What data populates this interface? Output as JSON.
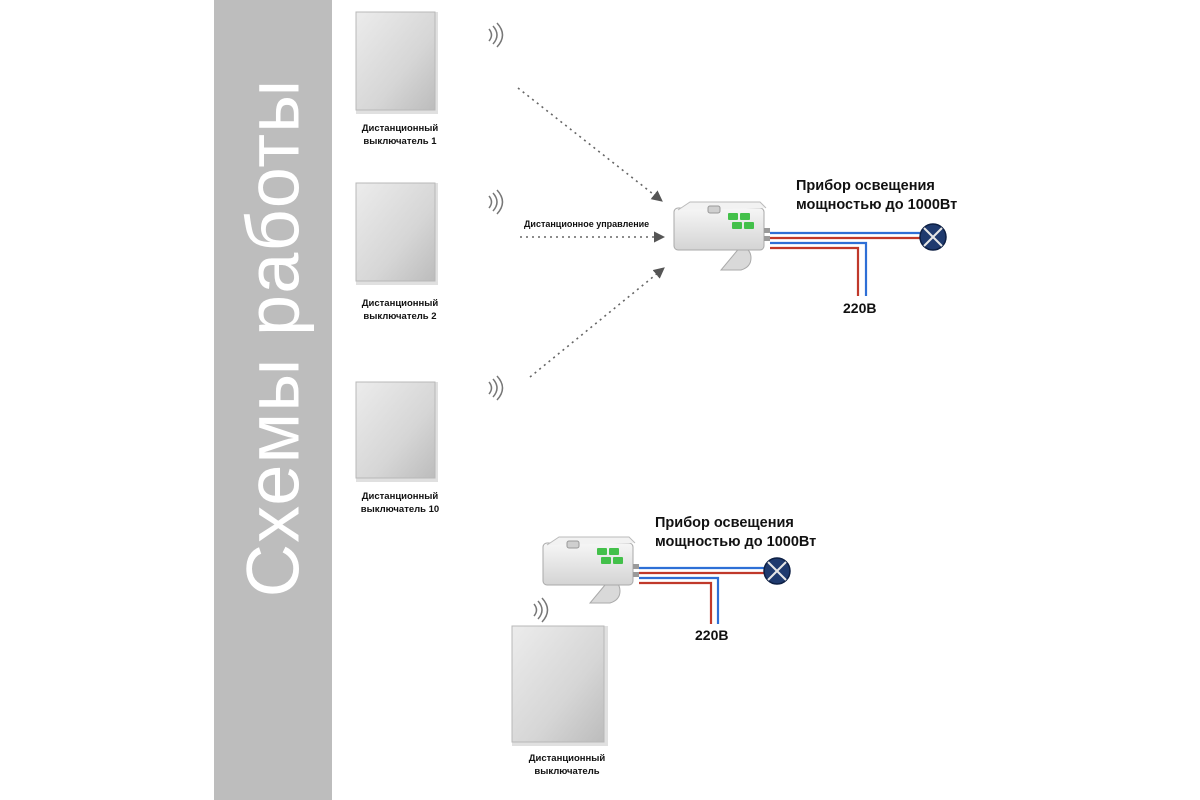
{
  "sidebar": {
    "title": "Схемы работы"
  },
  "top_scheme": {
    "switches": [
      {
        "line1": "Дистанционный",
        "line2": "выключатель 1"
      },
      {
        "line1": "Дистанционный",
        "line2": "выключатель 2"
      },
      {
        "line1": "Дистанционный",
        "line2": "выключатель 10"
      }
    ],
    "remote_control_label": "Дистанционное управление",
    "lamp": {
      "line1": "Прибор освещения",
      "line2": "мощностью до 1000Вт"
    },
    "voltage": "220В"
  },
  "bottom_scheme": {
    "switch": {
      "line1": "Дистанционный",
      "line2": "выключатель"
    },
    "lamp": {
      "line1": "Прибор освещения",
      "line2": "мощностью до 1000Вт"
    },
    "voltage": "220В"
  },
  "colors": {
    "sidebar_bg": "#bdbdbd",
    "wire_red": "#c0392b",
    "wire_blue": "#2e6fd6",
    "lamp_fill": "#1f3a6e",
    "relay_led": "#43c04a"
  }
}
